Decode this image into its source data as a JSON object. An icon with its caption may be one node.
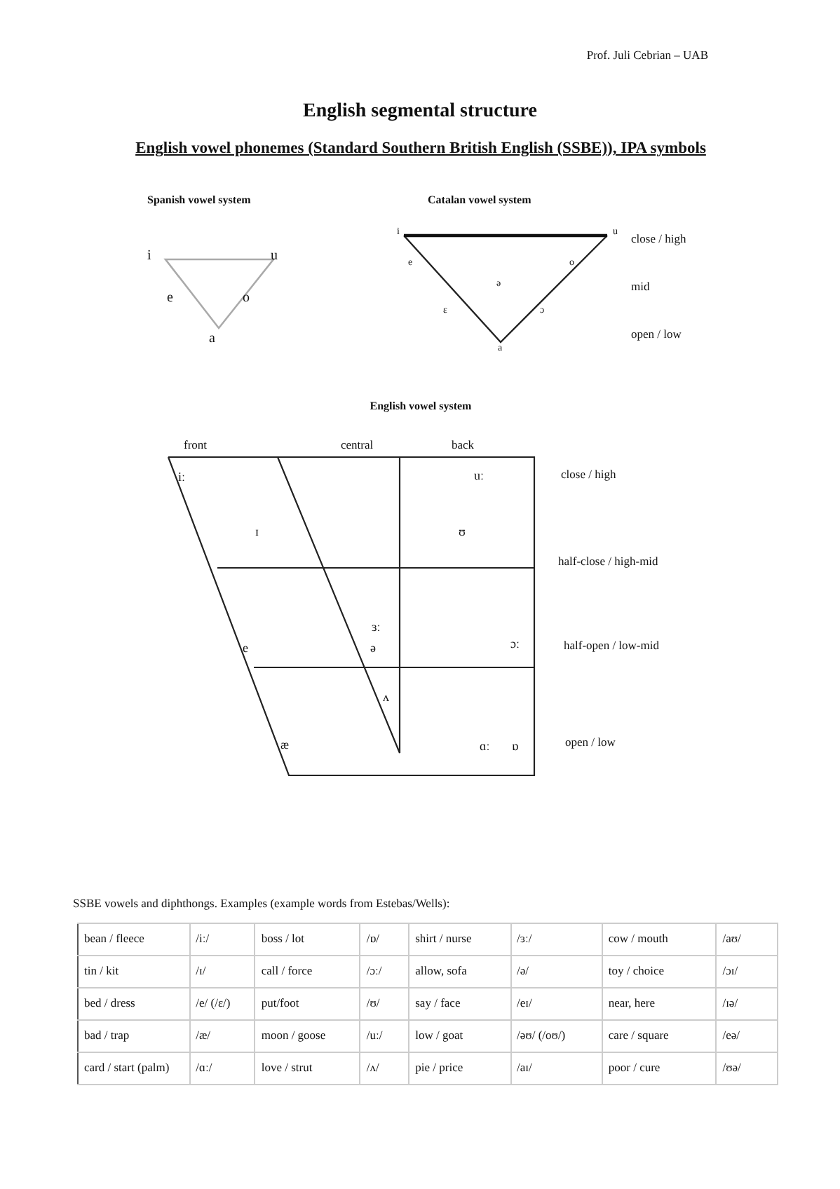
{
  "diagram": {
    "title": "English segmental structure",
    "labels": [
      "Prof. Juli Cebrian – UAB",
      "English vowel phonemes (Standard Southern British English (SSBE)), IPA symbols",
      "Spanish vowel system",
      "Catalan vowel system",
      "i",
      "u",
      "e",
      "o",
      "a",
      "i",
      "u",
      "close / high",
      "e",
      "o",
      "ə",
      "mid",
      "ɛ",
      "ɔ",
      "a",
      "open / low",
      "English vowel system",
      "front",
      "central",
      "back",
      "iː",
      "uː",
      "close / high",
      "ɪ",
      "ʊ",
      "half-close / high-mid",
      "ɜː",
      "e",
      "ə",
      "ɔː",
      "half-open / low-mid",
      "ʌ",
      "æ",
      "ɑː",
      "ɒ",
      "open / low",
      "SSBE vowels and diphthongs. Examples (example words from Estebas/Wells):",
      "bean / fleece",
      "/iː/",
      "boss / lot",
      "/ɒ/",
      "shirt / nurse",
      "/ɜː/",
      "cow / mouth",
      "/aʊ/",
      "tin / kit",
      "/ɪ/",
      "call / force",
      "/ɔː/",
      "allow, sofa",
      "/ə/",
      "toy / choice",
      "/ɔɪ/",
      "bed / dress",
      "/e/ (/ɛ/)",
      "put/foot",
      "/ʊ/",
      "say / face",
      "/eɪ/",
      "near, here",
      "/ɪə/",
      "bad / trap",
      "/æ/",
      "moon / goose",
      "/uː/",
      "low / goat",
      "/əʊ/ (/oʊ/)",
      "care / square",
      "/eə/",
      "card / start (palm)",
      "/ɑː/",
      "love / strut",
      "/ʌ/",
      "pie / price",
      "/aɪ/",
      "poor / cure",
      "/ʊə/"
    ]
  }
}
